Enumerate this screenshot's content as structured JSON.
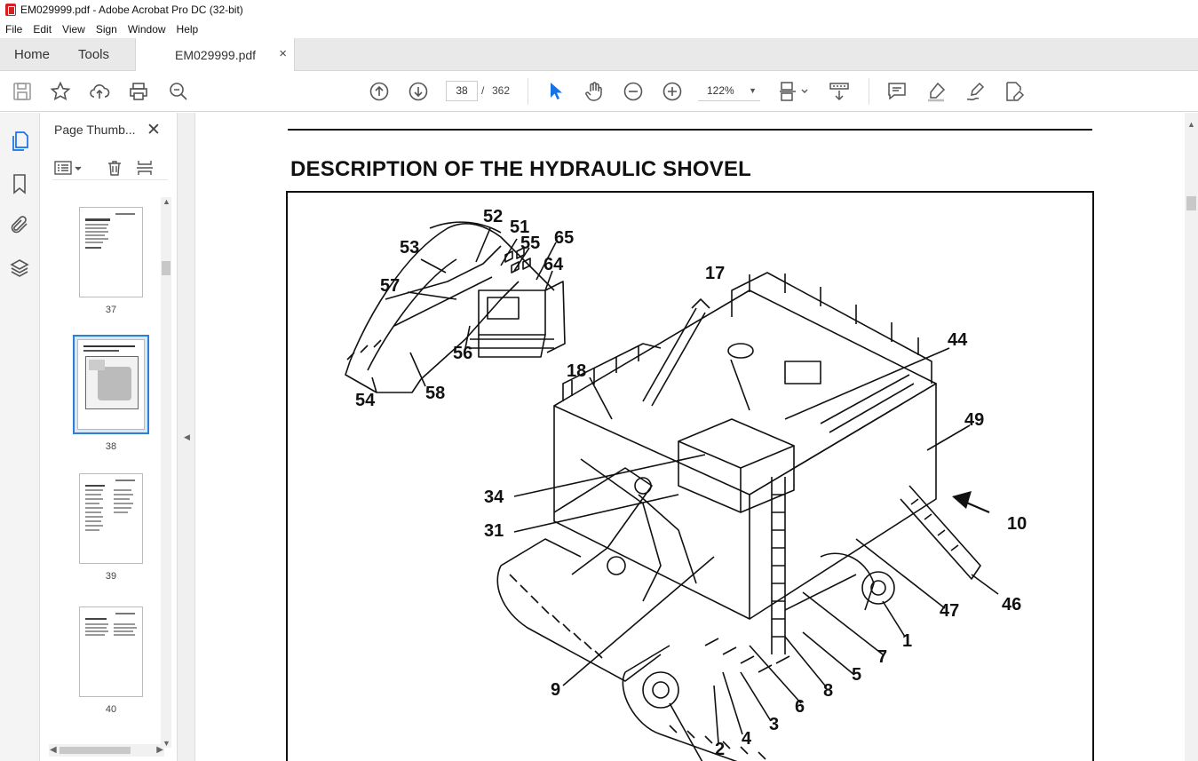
{
  "window": {
    "title": "EM029999.pdf - Adobe Acrobat Pro DC (32-bit)"
  },
  "menu": [
    "File",
    "Edit",
    "View",
    "Sign",
    "Window",
    "Help"
  ],
  "tabs": {
    "home": "Home",
    "tools": "Tools",
    "document": "EM029999.pdf",
    "close": "×"
  },
  "toolbar": {
    "current_page": "38",
    "separator": "/",
    "total_pages": "362",
    "zoom": "122%",
    "zoom_caret": "▼"
  },
  "panel": {
    "title": "Page Thumb...",
    "close": "✕",
    "thumbnails": [
      {
        "label": "37"
      },
      {
        "label": "38",
        "selected": true
      },
      {
        "label": "39"
      },
      {
        "label": "40"
      }
    ]
  },
  "document": {
    "heading": "DESCRIPTION OF THE HYDRAULIC SHOVEL",
    "callouts": [
      "52",
      "51",
      "55",
      "65",
      "53",
      "64",
      "57",
      "56",
      "58",
      "54",
      "17",
      "44",
      "18",
      "49",
      "34",
      "10",
      "31",
      "46",
      "47",
      "1",
      "7",
      "5",
      "9",
      "8",
      "6",
      "3",
      "4",
      "2"
    ]
  },
  "colors": {
    "accent": "#2d7fd3",
    "pdf_logo": "#d4201f",
    "select_tool": "#1473e6"
  }
}
